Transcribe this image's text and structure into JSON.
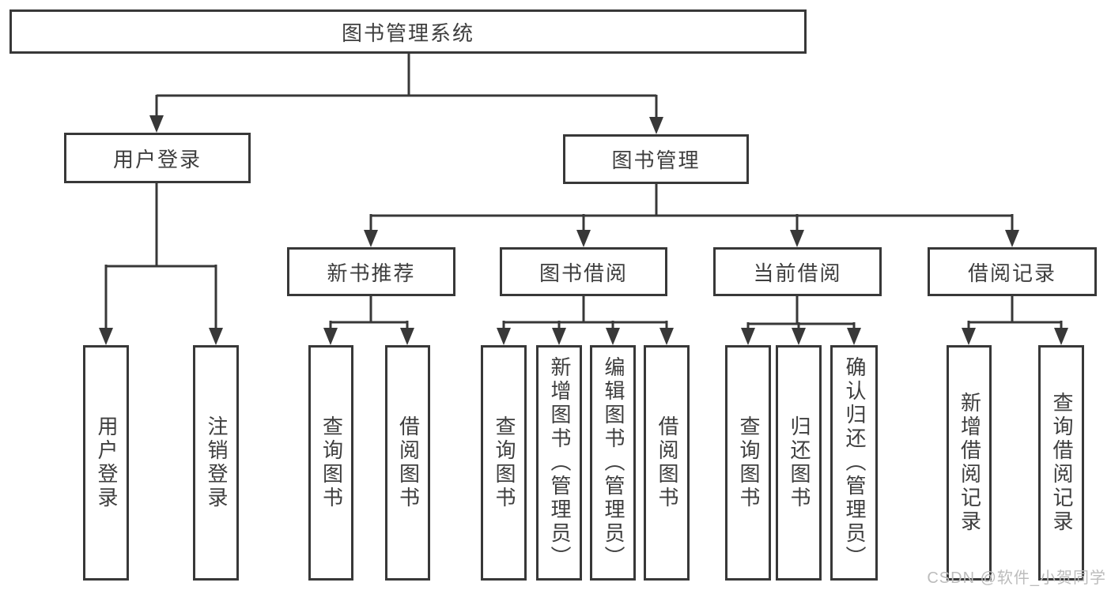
{
  "nodes": {
    "root": {
      "label": "图书管理系统"
    },
    "user_login": {
      "label": "用户登录",
      "children": [
        "用户登录",
        "注销登录"
      ]
    },
    "book_mgmt": {
      "label": "图书管理"
    },
    "new_book": {
      "label": "新书推荐",
      "children": [
        "查询图书",
        "借阅图书"
      ]
    },
    "book_borrow": {
      "label": "图书借阅",
      "children": [
        "查询图书",
        "新增图书（管理员）",
        "编辑图书（管理员）",
        "借阅图书"
      ]
    },
    "current_borrow": {
      "label": "当前借阅",
      "children": [
        "查询图书",
        "归还图书",
        "确认归还（管理员）"
      ]
    },
    "borrow_record": {
      "label": "借阅记录",
      "children": [
        "新增借阅记录",
        "查询借阅记录"
      ]
    }
  },
  "watermark": {
    "text": "CSDN @软件_小贺同学"
  },
  "colors": {
    "line": "#383838",
    "text": "#3e3e3e",
    "watermark": "#bcbcbc",
    "background": "#ffffff"
  }
}
